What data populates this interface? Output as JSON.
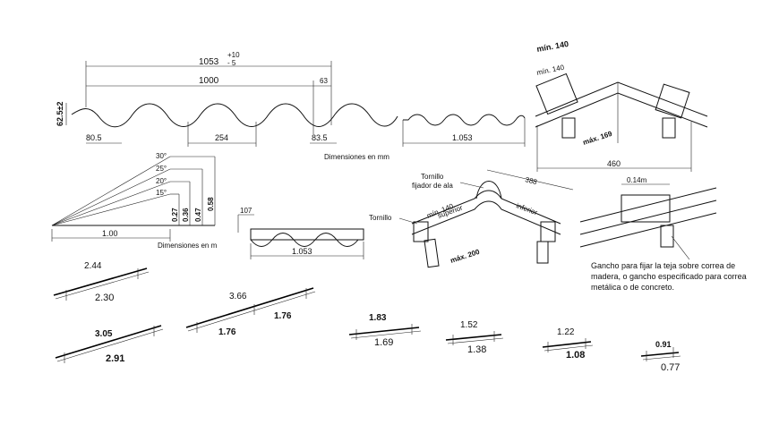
{
  "profile": {
    "total_width": "1053",
    "tol_plus": "+10",
    "tol_minus": "- 5",
    "useful_width": "1000",
    "overlap": "63",
    "height": "62.5±2",
    "edge_left": "80.5",
    "pitch": "254",
    "edge_right": "83.5",
    "width_2": "1.053",
    "units_note": "Dimensiones en mm"
  },
  "slope": {
    "angle_30": "30°",
    "angle_25": "25°",
    "angle_20": "20°",
    "angle_15": "15°",
    "rise_27": "0.27",
    "rise_36": "0.36",
    "rise_47": "0.47",
    "rise_58": "0.58",
    "run": "1.00",
    "units_note": "Dimensiones en m"
  },
  "section": {
    "thickness": "107",
    "width": "1.053"
  },
  "ridge_top": {
    "min_top": "mín. 140",
    "min_inner": "mín. 140",
    "max": "máx. 169",
    "span": "460"
  },
  "ridge_mid": {
    "screw_wing": "Tornillo fijador de ala",
    "screw": "Tornillo",
    "min": "mín. 140",
    "upper": "superior",
    "lower": "inferior",
    "span": "388",
    "max": "máx. 200"
  },
  "hook": {
    "dim": "0.14m",
    "note_line1": "Gancho para fijar la teja sobre correa de",
    "note_line2": "madera, o gancho especificado para correa",
    "note_line3": "metálica o de concreto."
  },
  "sheets": [
    {
      "top": "2.44",
      "bottom": "2.30"
    },
    {
      "top": "3.05",
      "bottom": "2.91"
    },
    {
      "top": "3.66",
      "bottom": "1.76",
      "bottom2": "1.76"
    },
    {
      "top": "1.83",
      "bottom": "1.69"
    },
    {
      "top": "1.52",
      "bottom": "1.38"
    },
    {
      "top": "1.22",
      "bottom": "1.08"
    },
    {
      "top": "0.91",
      "bottom": "0.77"
    }
  ]
}
